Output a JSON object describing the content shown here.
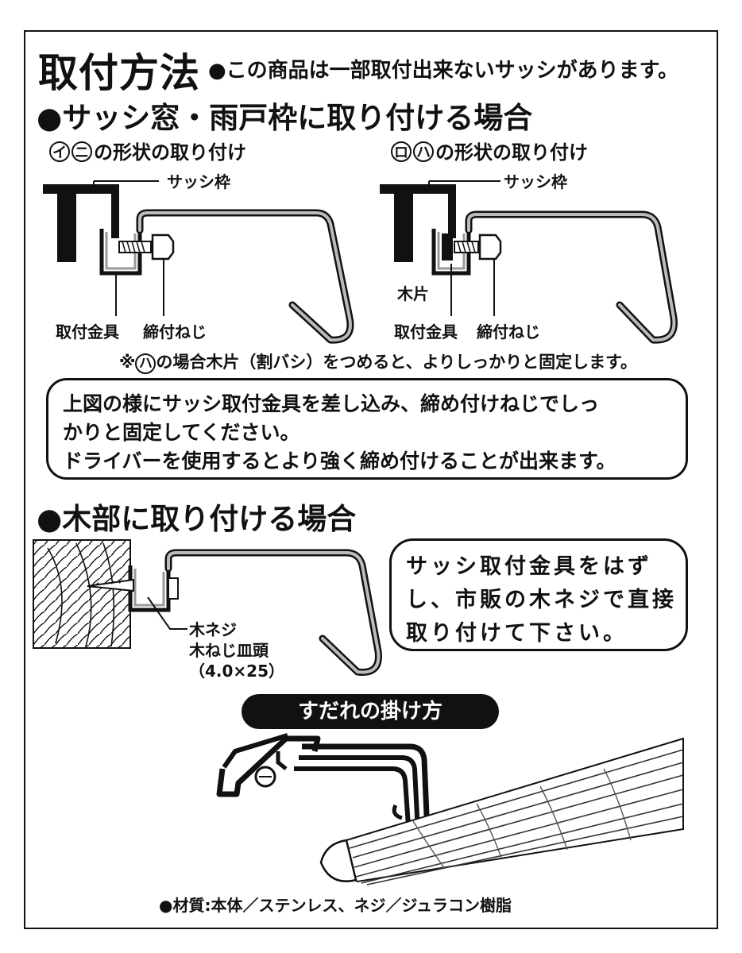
{
  "title": "取付方法",
  "note": "●この商品は一部取付出来ないサッシがあります。",
  "section1": {
    "heading": "●サッシ窓・雨戸枠に取り付ける場合",
    "left": {
      "circle_a": "イ",
      "circle_b": "ニ",
      "caption": "の形状の取り付け",
      "frame_label": "サッシ枠",
      "bracket_label": "取付金具",
      "screw_label": "締付ねじ"
    },
    "right": {
      "circle_a": "ロ",
      "circle_b": "ハ",
      "caption": "の形状の取り付け",
      "frame_label": "サッシ枠",
      "wood_label": "木片",
      "bracket_label": "取付金具",
      "screw_label": "締付ねじ"
    },
    "footnote_prefix": "※",
    "footnote_circle": "ハ",
    "footnote_text": "の場合木片（割バシ）をつめると、よりしっかりと固定します。",
    "instruction_lines": [
      "上図の様にサッシ取付金具を差し込み、締め付けねじでしっ",
      "かりと固定してください。",
      "ドライバーを使用するとより強く締め付けることが出来ます。"
    ]
  },
  "section2": {
    "heading": "●木部に取り付ける場合",
    "screw_lines": [
      "木ネジ",
      "木ねじ皿頭",
      "（4.0×25）"
    ],
    "instruction_lines": [
      "サッシ取付金具をはず",
      "し、市販の木ネジで直接",
      "取り付けて下さい。"
    ]
  },
  "hanging": {
    "title": "すだれの掛け方"
  },
  "material": "●材質:本体／ステンレス、ネジ／ジュラコン樹脂"
}
